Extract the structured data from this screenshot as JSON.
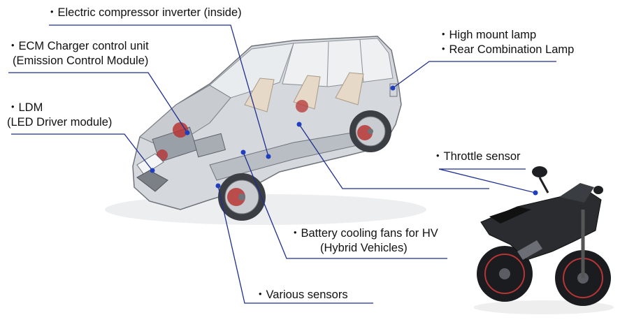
{
  "colors": {
    "leader_line": "#1f2f8f",
    "dot": "#1f3fbf",
    "car_body": "#c9ccd1",
    "car_outline": "#6f747b",
    "accent_red": "#b73535",
    "motorcycle": "#1e1f22"
  },
  "labels": {
    "compressor": {
      "line1": "・Electric compressor inverter (inside)"
    },
    "ecm": {
      "line1": "・ECM Charger control unit",
      "line2": "(Emission Control Module)"
    },
    "ldm": {
      "line1": "・LDM",
      "line2": "(LED Driver module)"
    },
    "lamps": {
      "line1": "・High mount lamp",
      "line2": "・Rear Combination Lamp"
    },
    "throttle": {
      "line1": "・Throttle sensor"
    },
    "battery_fans": {
      "line1": "・Battery cooling fans for HV",
      "line2": "(Hybrid Vehicles)"
    },
    "sensors": {
      "line1": "・Various sensors"
    }
  }
}
